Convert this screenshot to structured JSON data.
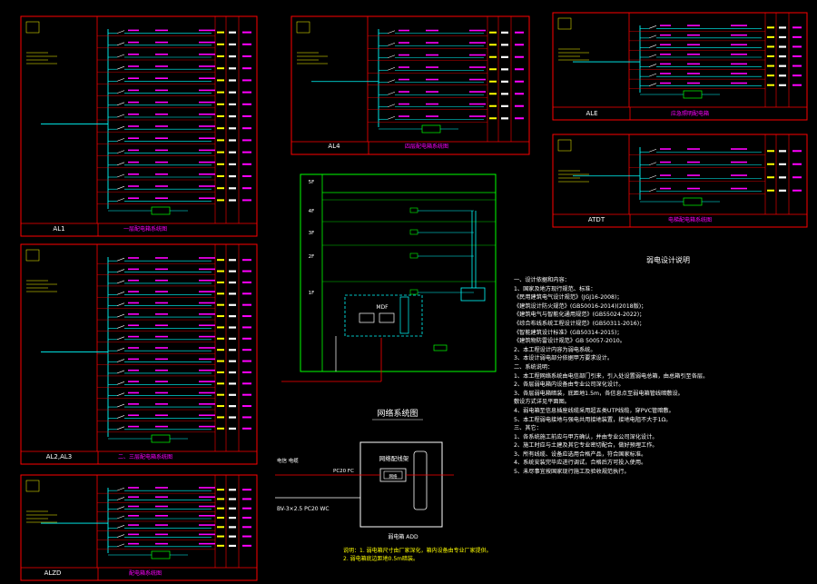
{
  "panels": {
    "al1": {
      "id_label": "AL1",
      "name": "一层配电箱系统图"
    },
    "al23": {
      "id_label": "AL2,AL3",
      "name": "二、三层配电箱系统图"
    },
    "alzd": {
      "id_label": "ALZD",
      "name": "配电箱系统图"
    },
    "al4": {
      "id_label": "AL4",
      "name": "四层配电箱系统图"
    },
    "ale": {
      "id_label": "ALE",
      "name": "应急照明配电箱"
    },
    "atdt": {
      "id_label": "ATDT",
      "name": "电梯配电箱系统图"
    }
  },
  "network": {
    "floors": [
      "5F",
      "4F",
      "3F",
      "2F",
      "1F"
    ],
    "cabinet": "MDF",
    "title": "网络系统图",
    "box_title": "网络配线架",
    "box_inner": "网络",
    "left_label_1": "电信 电缆",
    "left_label_2": "PC20 FC",
    "cable_label": "BV-3×2.5 PC20 WC",
    "box_caption": "弱电箱 ADD",
    "notes": [
      "说明：1. 弱电箱尺寸由厂家深化，箱内设备由专业厂家提供。",
      "   2. 弱电箱底边距地0.5m暗装。"
    ]
  },
  "design_notes": {
    "title": "弱电设计说明",
    "lines": [
      "一、设计依据和内容：",
      "1、国家及地方现行规范、标准：",
      "《民用建筑电气设计规范》(JGJ16-2008)；",
      "《建筑设计防火规范》(GB50016-2014)(2018版)；",
      "《建筑电气与智能化通用规范》(GB55024-2022)；",
      "《综合布线系统工程设计规范》(GB50311-2016)；",
      "《智能建筑设计标准》(GB50314-2015)；",
      "《建筑物防雷设计规范》GB 50057-2010。",
      "2、本工程设计内容为弱电系统。",
      "3、本设计弱电部分依据甲方要求设计。",
      "二、系统说明：",
      "1、本工程网络系统由电信部门引来，引入处设置弱电总箱，由总箱引至各层。",
      "2、各层弱电箱内设备由专业公司深化设计。",
      "3、各层弱电箱暗装，底距地1.5m，各信息点至弱电箱管线暗敷设。",
      "   敷设方式详见平面图。",
      "4、弱电箱至信息插座线缆采用超五类UTP线缆，穿PVC管暗敷。",
      "5、本工程弱电接地与强电共用接地装置，接地电阻不大于1Ω。",
      "三、其它：",
      "1、各系统施工前应与甲方确认，并由专业公司深化设计。",
      "2、施工时应与土建及其它专业密切配合，做好预埋工作。",
      "3、所有线缆、设备应选用合格产品，符合国家标准。",
      "4、系统安装完毕应进行调试，合格后方可投入使用。",
      "5、未尽事宜按国家现行施工及验收规范执行。"
    ]
  },
  "colors": {
    "frame": "#ff0000",
    "bus": "#00ffff",
    "circuit": "#ff00ff",
    "label": "#ffff00",
    "device": "#00ff00",
    "text": "#ffffff",
    "breaker": "#ffffff"
  }
}
